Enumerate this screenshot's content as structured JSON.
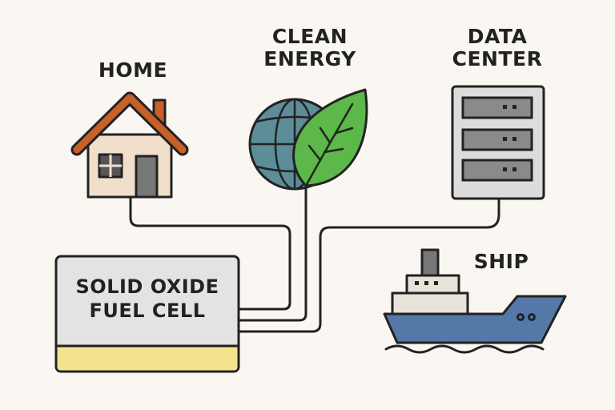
{
  "nodes": {
    "home": {
      "label": "HOME"
    },
    "clean_energy": {
      "label_line1": "CLEAN",
      "label_line2": "ENERGY"
    },
    "data_center": {
      "label_line1": "DATA",
      "label_line2": "CENTER"
    },
    "ship": {
      "label": "SHIP"
    },
    "fuel_cell": {
      "label_line1": "SOLID OXIDE",
      "label_line2": "FUEL CELL"
    }
  },
  "icons": {
    "home": "house-icon",
    "clean_energy": "globe-leaf-icon",
    "data_center": "server-rack-icon",
    "ship": "ship-icon",
    "fuel_cell": "fuel-cell-box"
  },
  "colors": {
    "background": "#faf7f2",
    "outline": "#222222",
    "roof": "#c8602a",
    "house_wall": "#f1dfcb",
    "globe": "#5d8d98",
    "leaf": "#5cb848",
    "server": "#dcdcdc",
    "server_slot": "#8a8a8a",
    "hull": "#5478a8",
    "fuel_cell_body": "#e3e3e3",
    "fuel_cell_stripe": "#f4e38c"
  }
}
